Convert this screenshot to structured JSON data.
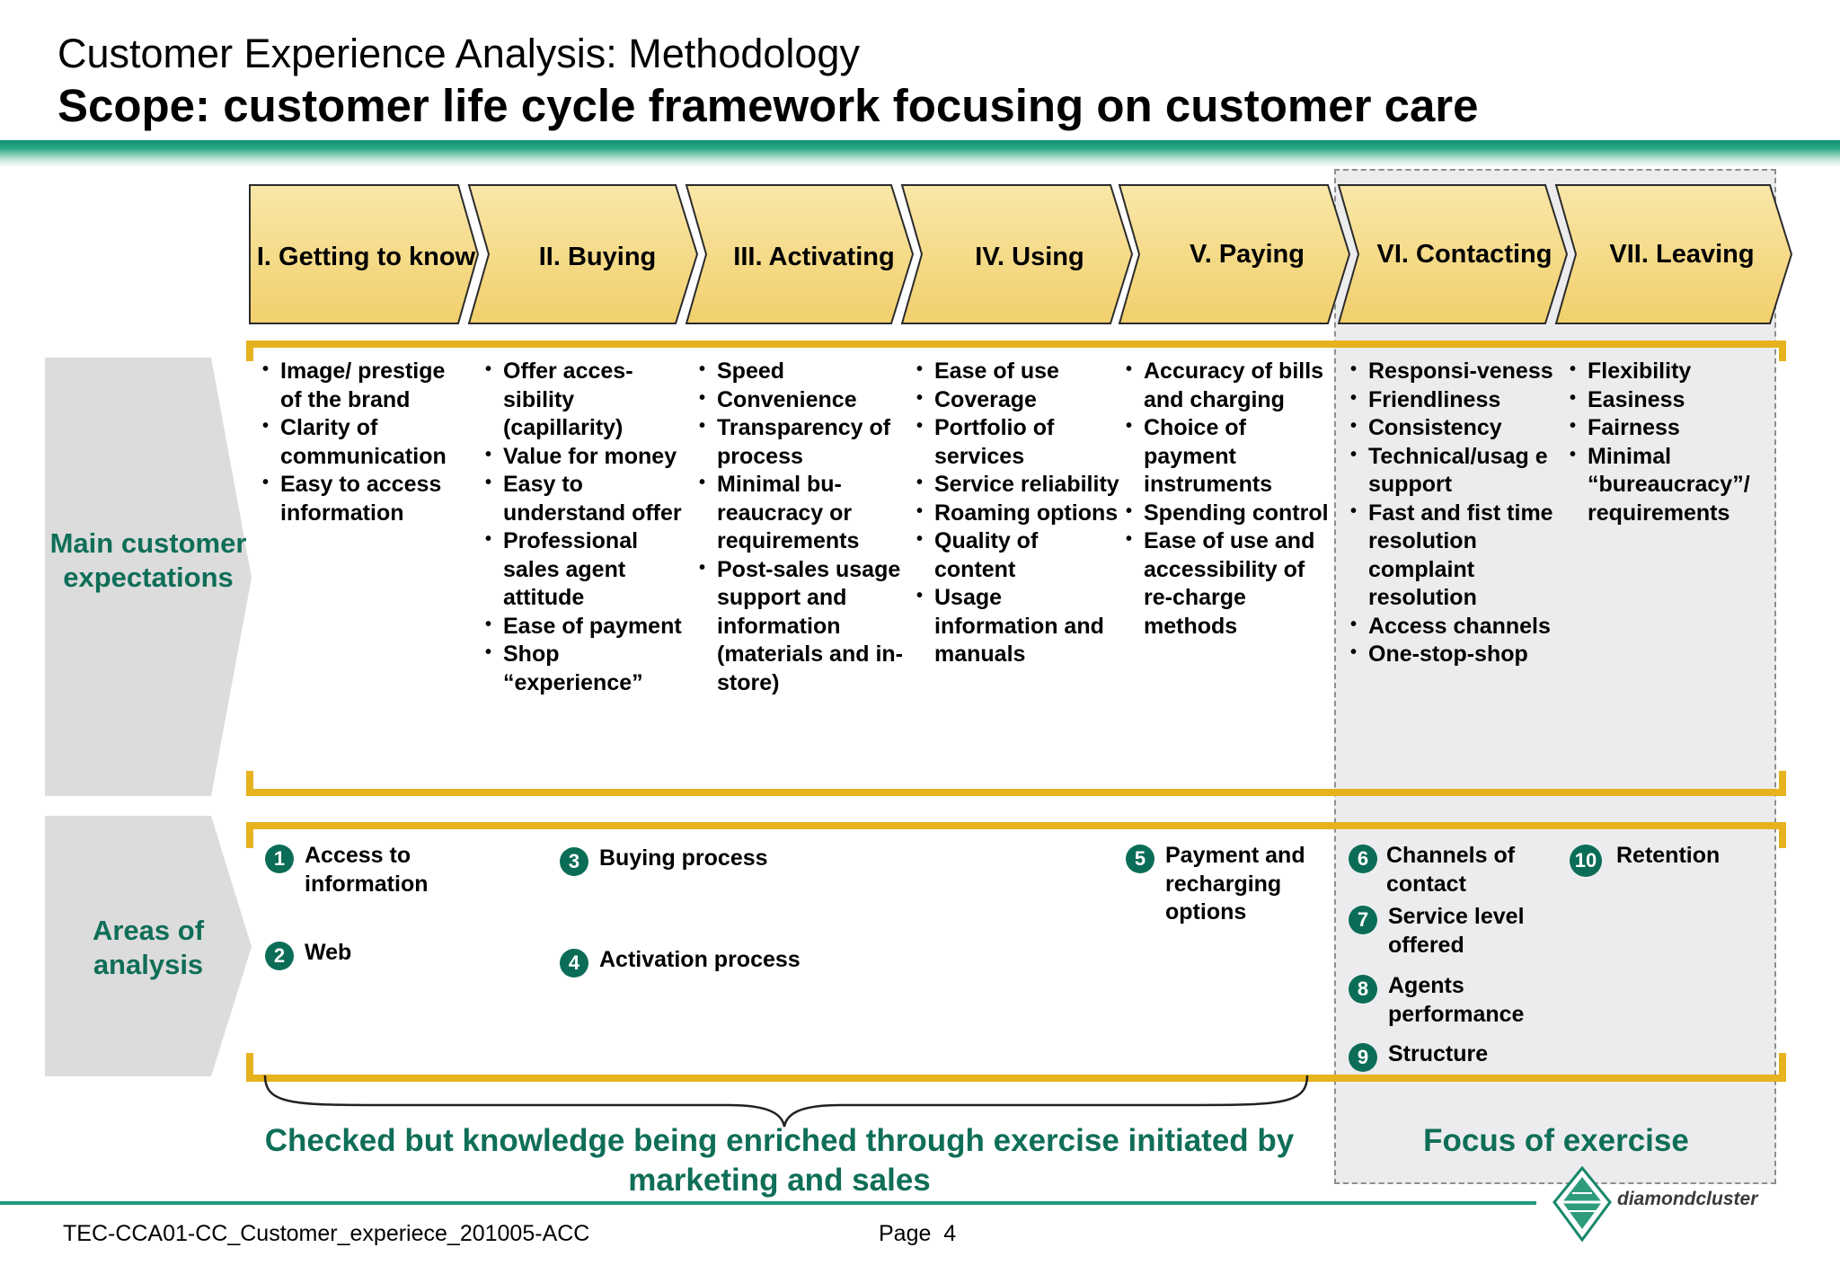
{
  "header": {
    "title": "Customer Experience Analysis: Methodology",
    "subtitle": "Scope: customer life cycle framework focusing on customer care"
  },
  "phases": [
    {
      "label": "I. Getting to know"
    },
    {
      "label": "II. Buying"
    },
    {
      "label": "III. Activating"
    },
    {
      "label": "IV. Using"
    },
    {
      "label": "V. Paying"
    },
    {
      "label": "VI. Contacting"
    },
    {
      "label": "VII. Leaving"
    }
  ],
  "expectations": {
    "label": "Main customer expectations",
    "columns": [
      {
        "items": [
          "Image/ prestige of the brand",
          "Clarity of communication",
          "Easy to access information"
        ]
      },
      {
        "items": [
          "Offer acces-sibility (capillarity)",
          "Value for money",
          "Easy to understand offer",
          "Professional sales agent attitude",
          "Ease of payment",
          "Shop “experience”"
        ]
      },
      {
        "items": [
          "Speed",
          "Convenience",
          "Transparency of process",
          "Minimal bu-reaucracy or requirements",
          "Post-sales usage support and information (materials and in-store)"
        ]
      },
      {
        "items": [
          "Ease of use",
          "Coverage",
          "Portfolio of services",
          "Service reliability",
          "Roaming options",
          "Quality of content",
          "Usage information and manuals"
        ]
      },
      {
        "items": [
          "Accuracy of bills and charging",
          "Choice of payment instruments",
          "Spending control",
          "Ease of use and accessibility of re-charge methods"
        ]
      },
      {
        "items": [
          "Responsi-veness",
          "Friendliness",
          "Consistency",
          "Technical/usag e support",
          "Fast and fist time resolution complaint resolution",
          "Access channels",
          "One-stop-shop"
        ]
      },
      {
        "items": [
          "Flexibility",
          "Easiness",
          "Fairness",
          "Minimal “bureaucracy”/ requirements"
        ]
      }
    ]
  },
  "areas": {
    "label": "Areas of analysis",
    "items": [
      {
        "num": "1",
        "text": "Access to information"
      },
      {
        "num": "2",
        "text": "Web"
      },
      {
        "num": "3",
        "text": "Buying process"
      },
      {
        "num": "4",
        "text": "Activation process"
      },
      {
        "num": "5",
        "text": "Payment and recharging options"
      },
      {
        "num": "6",
        "text": "Channels of contact"
      },
      {
        "num": "7",
        "text": "Service level offered"
      },
      {
        "num": "8",
        "text": "Agents performance"
      },
      {
        "num": "9",
        "text": "Structure"
      },
      {
        "num": "10",
        "text": "Retention"
      }
    ]
  },
  "notes": {
    "checked": "Checked but knowledge being enriched through exercise initiated by marketing and sales",
    "focus": "Focus of exercise"
  },
  "footer": {
    "doc_id": "TEC-CCA01-CC_Customer_experiece_201005-ACC",
    "page": "Page  4",
    "logo_text": "diamondcluster"
  },
  "colors": {
    "phase_fill": "#f6dc8f",
    "bracket": "#e6b21e",
    "teal": "#0f6e58",
    "focus_bg": "#ececee"
  }
}
